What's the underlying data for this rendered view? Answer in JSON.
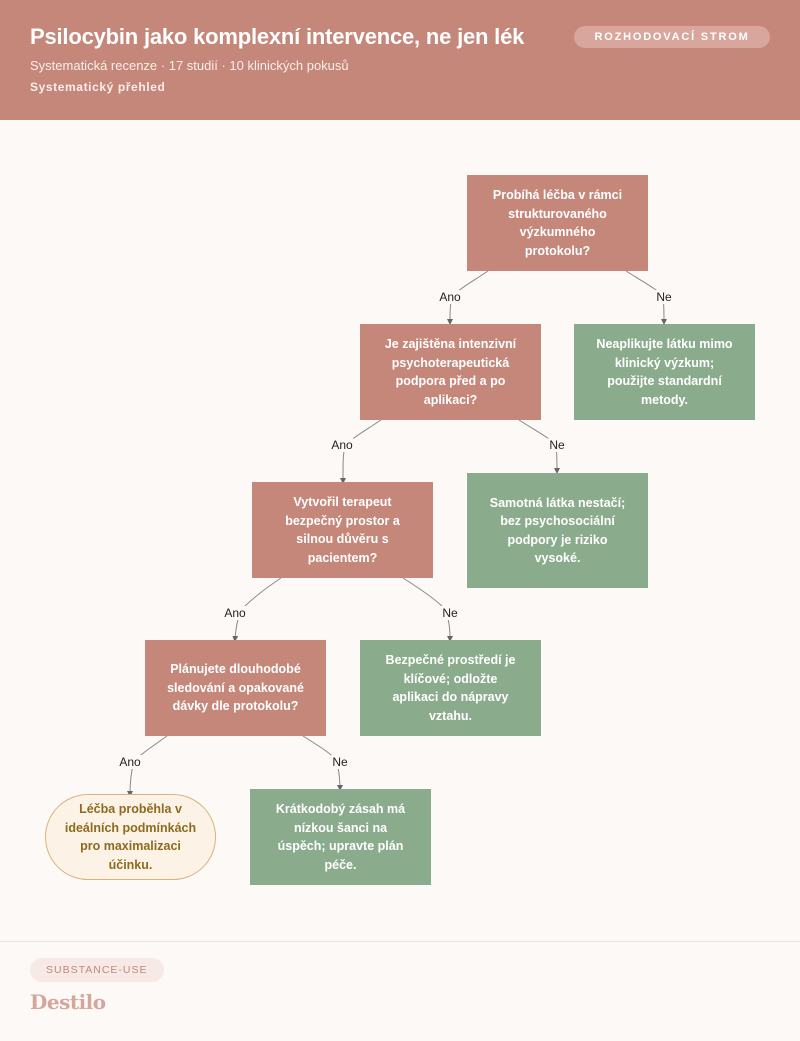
{
  "header": {
    "title": "Psilocybin jako komplexní intervence, ne jen lék",
    "subtitle": "Systematická recenze · 17 studií · 10 klinických pokusů",
    "category": "Systematický přehled",
    "badge": "ROZHODOVACÍ STROM"
  },
  "tree": {
    "nodes": [
      {
        "id": "q1",
        "kind": "question",
        "text": "Probíhá léčba v rámci strukturovaného výzkumného protokolu?"
      },
      {
        "id": "a1",
        "kind": "outcome",
        "text": "Neaplikujte látku mimo klinický výzkum; použijte standardní metody."
      },
      {
        "id": "q2",
        "kind": "question",
        "text": "Je zajištěna intenzivní psychoterapeutická podpora před a po aplikaci?"
      },
      {
        "id": "a2",
        "kind": "outcome",
        "text": "Samotná látka nestačí; bez psychosociální podpory je riziko vysoké."
      },
      {
        "id": "q3",
        "kind": "question",
        "text": "Vytvořil terapeut bezpečný prostor a silnou důvěru s pacientem?"
      },
      {
        "id": "a3",
        "kind": "outcome",
        "text": "Bezpečné prostředí je klíčové; odložte aplikaci do nápravy vztahu."
      },
      {
        "id": "q4",
        "kind": "question",
        "text": "Plánujete dlouhodobé sledování a opakované dávky dle protokolu?"
      },
      {
        "id": "a4",
        "kind": "outcome",
        "text": "Krátkodobý zásah má nízkou šanci na úspěch; upravte plán péče."
      },
      {
        "id": "final",
        "kind": "final",
        "text": "Léčba proběhla v ideálních podmínkách pro maximalizaci účinku."
      }
    ],
    "edges": [
      {
        "from": "q1",
        "to": "q2",
        "label": "Ano"
      },
      {
        "from": "q1",
        "to": "a1",
        "label": "Ne"
      },
      {
        "from": "q2",
        "to": "q3",
        "label": "Ano"
      },
      {
        "from": "q2",
        "to": "a2",
        "label": "Ne"
      },
      {
        "from": "q3",
        "to": "q4",
        "label": "Ano"
      },
      {
        "from": "q3",
        "to": "a3",
        "label": "Ne"
      },
      {
        "from": "q4",
        "to": "final",
        "label": "Ano"
      },
      {
        "from": "q4",
        "to": "a4",
        "label": "Ne"
      }
    ]
  },
  "footer": {
    "tag": "SUBSTANCE-USE",
    "brand": "Destilo"
  },
  "colors": {
    "question": "#c4877a",
    "outcome": "#8bac8c",
    "final_fill": "#fcf3e6",
    "final_border": "#d6b47c"
  }
}
